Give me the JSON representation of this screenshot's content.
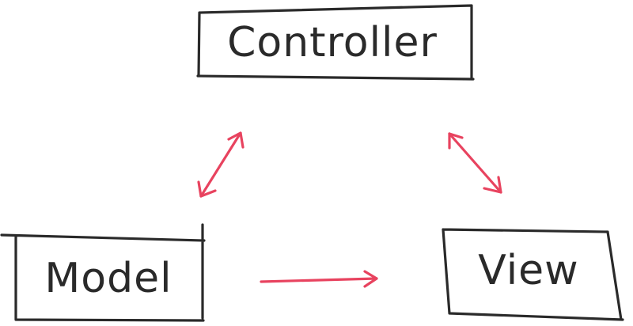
{
  "colors": {
    "ink": "#2a2a2a",
    "arrow": "#e8435f"
  },
  "nodes": {
    "controller": {
      "label": "Controller"
    },
    "model": {
      "label": "Model"
    },
    "view": {
      "label": "View"
    }
  },
  "edges": [
    {
      "from": "controller",
      "to": "model",
      "direction": "both"
    },
    {
      "from": "controller",
      "to": "view",
      "direction": "both"
    },
    {
      "from": "model",
      "to": "view",
      "direction": "forward"
    }
  ]
}
